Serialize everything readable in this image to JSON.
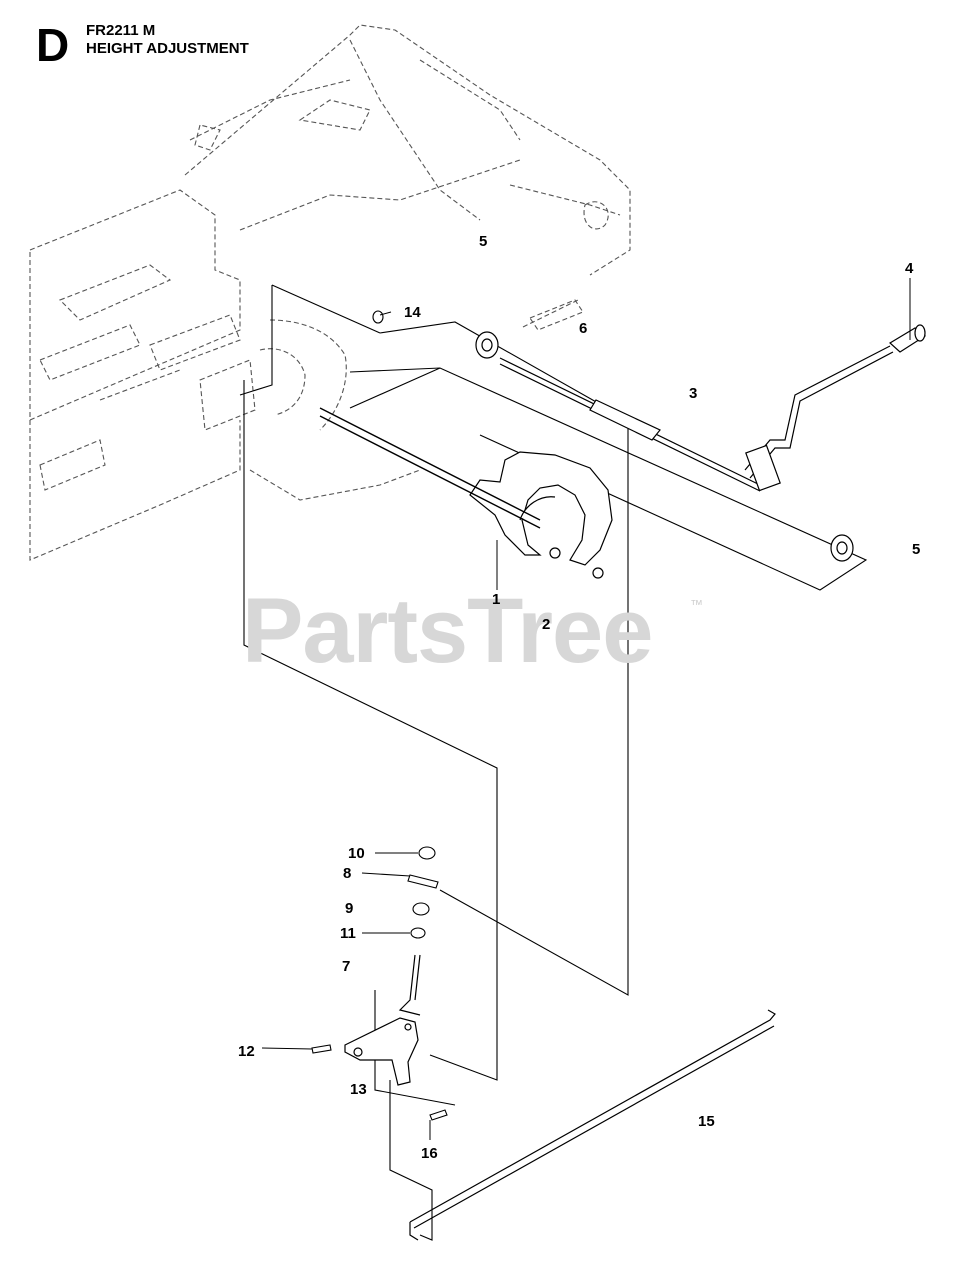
{
  "header": {
    "section_letter": "D",
    "model": "FR2211 M",
    "title": "HEIGHT ADJUSTMENT"
  },
  "watermark": {
    "text": "PartsTree",
    "tm": "™"
  },
  "callouts": {
    "c1": "1",
    "c2": "2",
    "c3": "3",
    "c4": "4",
    "c5a": "5",
    "c5b": "5",
    "c6": "6",
    "c7": "7",
    "c8": "8",
    "c9": "9",
    "c10": "10",
    "c11": "11",
    "c12": "12",
    "c13": "13",
    "c14": "14",
    "c15": "15",
    "c16": "16"
  }
}
